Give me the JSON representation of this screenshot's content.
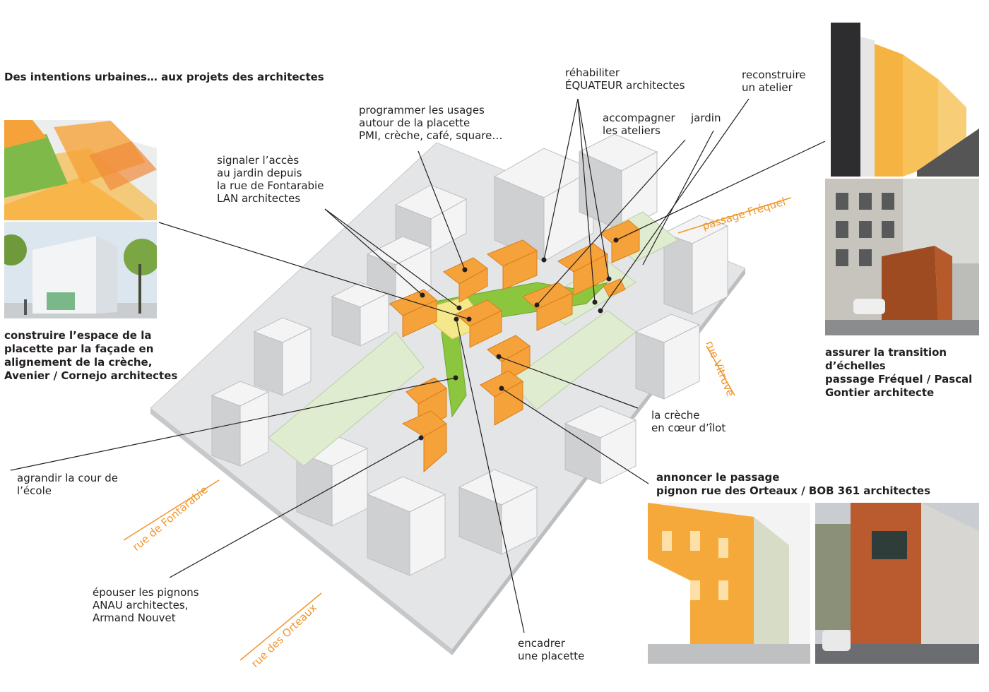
{
  "title": "Des intentions urbaines… aux projets des architectes",
  "colors": {
    "accent_orange": "#f0962b",
    "building_orange": "#f6a23a",
    "green": "#8cc63f",
    "light_green": "#dfeccf",
    "grey": "#d9d9db"
  },
  "streets": {
    "frequel": "passage Fréquel",
    "vitruve": "rue Vitruve",
    "fontarabie": "rue de Fontarabie",
    "orteaux": "rue des Orteaux"
  },
  "labels": {
    "rehabiliter": [
      "réhabiliter",
      "ÉQUATEUR architectes"
    ],
    "reconstruire": [
      "reconstruire",
      "un atelier"
    ],
    "accompagner": [
      "accompagner",
      "les ateliers"
    ],
    "jardin": "jardin",
    "programmer": [
      "programmer les usages",
      "autour de la placette",
      "PMI, crèche, café, square…"
    ],
    "signaler": [
      "signaler l’accès",
      "au jardin depuis",
      "la rue de Fontarabie",
      "LAN architectes"
    ],
    "creche": [
      "la crèche",
      "en cœur d’îlot"
    ],
    "agrandir": [
      "agrandir la cour de",
      "l’école"
    ],
    "epouser": [
      "épouser les pignons",
      "ANAU architectes,",
      "Armand Nouvet"
    ],
    "encadrer": [
      "encadrer",
      "une placette"
    ]
  },
  "captions": {
    "construire": [
      "construire l’espace de la",
      "placette par la façade en",
      "alignement de la crèche,",
      "Avenier / Cornejo architectes"
    ],
    "transition": [
      "assurer la transition",
      "d’échelles",
      "passage Fréquel / Pascal",
      "Gontier architecte"
    ],
    "annoncer": [
      "annoncer le passage",
      "pignon rue des Orteaux / BOB 361 architectes"
    ]
  }
}
